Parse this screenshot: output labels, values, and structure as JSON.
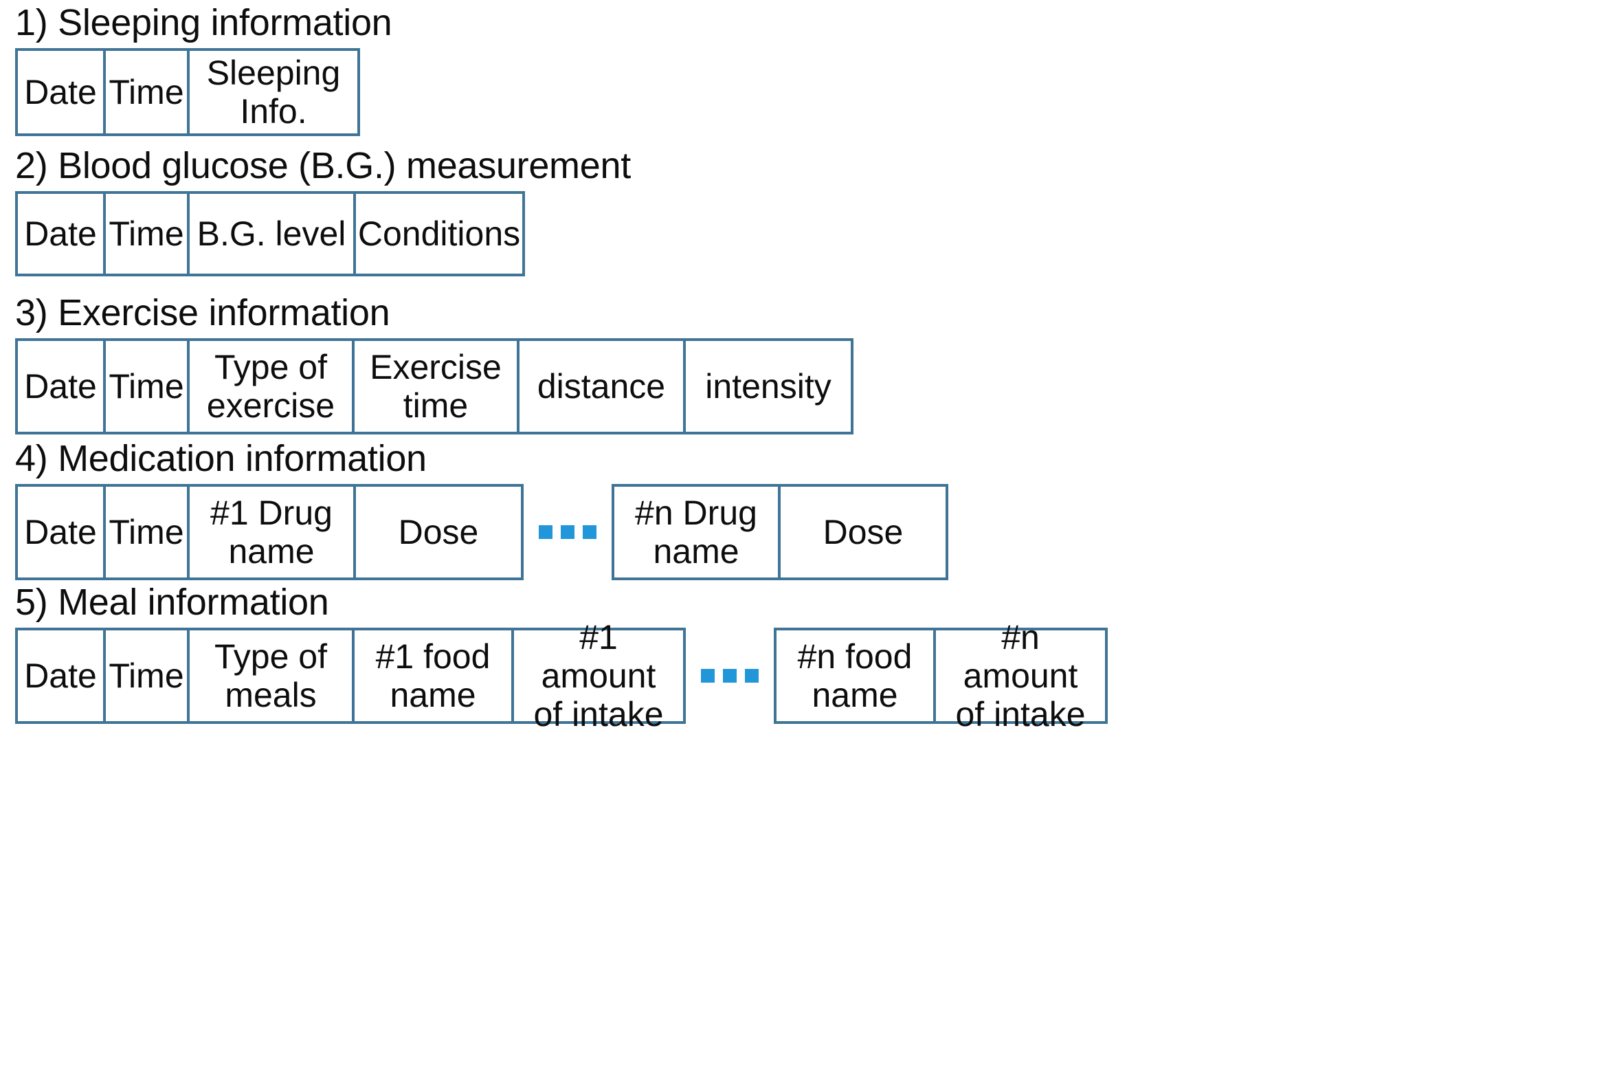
{
  "document": {
    "kind": "data-schema-figure",
    "border_color": "#3f7496",
    "ellipsis_color": "#2196d9",
    "text_color": "#0d0d0d",
    "background": "#ffffff",
    "ellipsis_label": "…"
  },
  "sections": [
    {
      "id": "sleep",
      "title": "1) Sleeping information",
      "groups": [
        {
          "cells": [
            "Date",
            "Time",
            "Sleeping\nInfo."
          ]
        }
      ]
    },
    {
      "id": "blood-glucose",
      "title": "2) Blood glucose (B.G.) measurement",
      "groups": [
        {
          "cells": [
            "Date",
            "Time",
            "B.G. level",
            "Conditions"
          ]
        }
      ]
    },
    {
      "id": "exercise",
      "title": "3) Exercise information",
      "groups": [
        {
          "cells": [
            "Date",
            "Time",
            "Type of\nexercise",
            "Exercise\ntime",
            "distance",
            "intensity"
          ]
        }
      ]
    },
    {
      "id": "medication",
      "title": "4) Medication information",
      "groups": [
        {
          "cells": [
            "Date",
            "Time",
            "#1 Drug\nname",
            "Dose"
          ]
        },
        {
          "cells": [
            "#n Drug\nname",
            "Dose"
          ]
        }
      ]
    },
    {
      "id": "meal",
      "title": "5) Meal information",
      "groups": [
        {
          "cells": [
            "Date",
            "Time",
            "Type of\nmeals",
            "#1 food\nname",
            "#1 amount\nof intake"
          ]
        },
        {
          "cells": [
            "#n food\nname",
            "#n amount\nof intake"
          ]
        }
      ]
    }
  ]
}
